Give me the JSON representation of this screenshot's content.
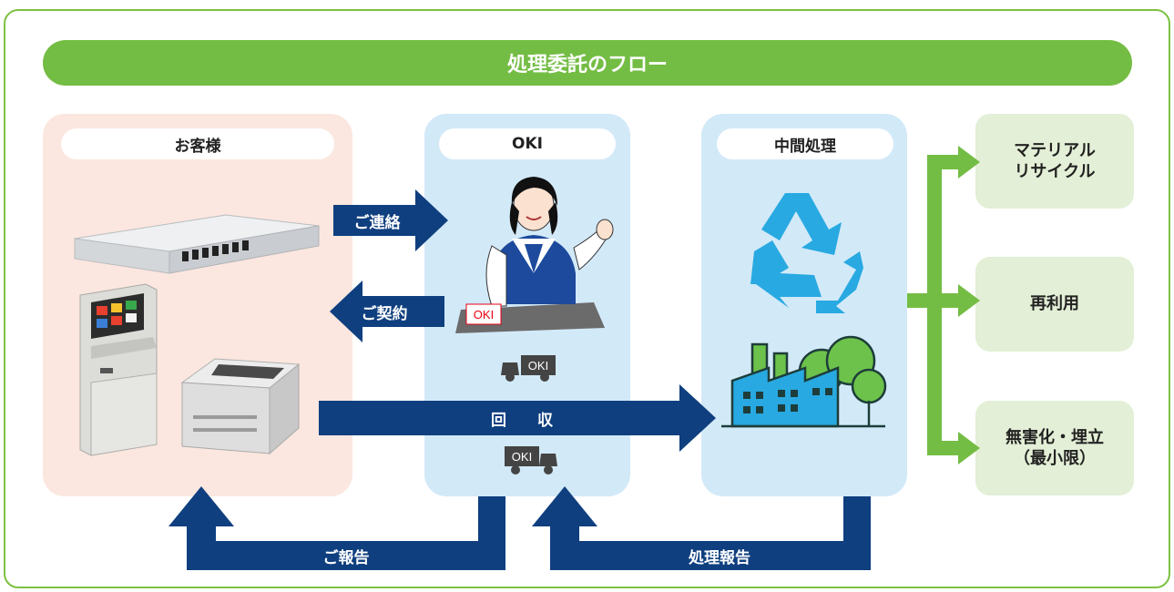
{
  "title": "処理委託のフロー",
  "panels": {
    "customer": "お客様",
    "oki": "OKI",
    "intermediate": "中間処理"
  },
  "arrows": {
    "contact": "ご連絡",
    "contract": "ご契約",
    "collection": "回 収",
    "report": "ご報告",
    "processing_report": "処理報告"
  },
  "outcomes": {
    "material_recycle": [
      "マテリアル",
      "リサイクル"
    ],
    "reuse": "再利用",
    "harmless": [
      "無害化・埋立",
      "（最小限）"
    ]
  },
  "logos": {
    "desk_sign": "OKI",
    "truck1": "OKI",
    "truck2": "OKI"
  },
  "colors": {
    "green": "#74bd44",
    "navy": "#0f3f7f",
    "light_blue": "#d2e9f8",
    "pink": "#fbe7df",
    "light_green": "#e3efd6",
    "recycle": "#28a9e1"
  }
}
